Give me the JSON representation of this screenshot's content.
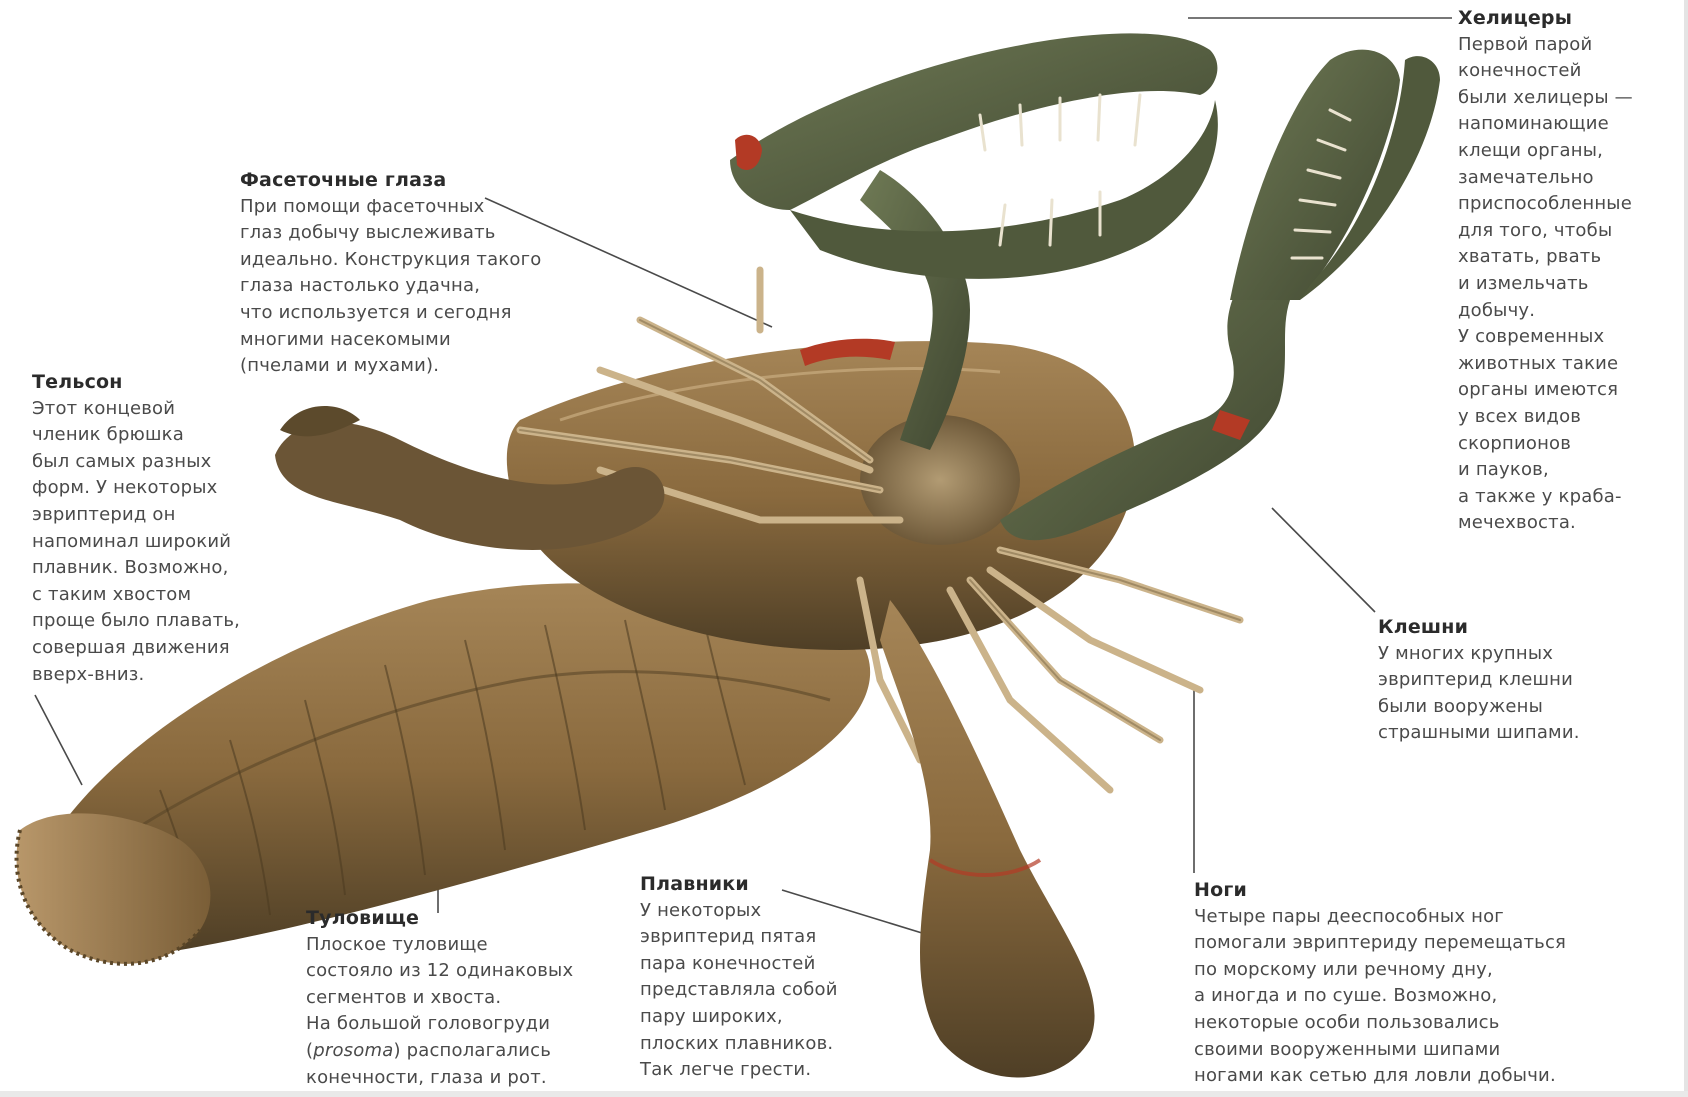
{
  "callouts": {
    "chelicerae": {
      "title": "Хелицеры",
      "lines": [
        "Первой парой",
        "конечностей",
        "были хелицеры —",
        "напоминающие",
        "клещи органы,",
        "замечательно",
        "приспособленные",
        "для того, чтобы",
        "хватать, рвать",
        "и измельчать",
        "добычу.",
        "У современных",
        "животных такие",
        "органы имеются",
        "у всех видов",
        "скорпионов",
        "и пауков,",
        "а также у краба-",
        "мечехвоста."
      ]
    },
    "eyes": {
      "title": "Фасеточные глаза",
      "lines": [
        "При помощи фасеточных",
        "глаз добычу выслеживать",
        "идеально. Конструкция такого",
        "глаза настолько удачна,",
        "что используется и сегодня",
        "многими насекомыми",
        "(пчелами и мухами)."
      ]
    },
    "telson": {
      "title": "Тельсон",
      "lines": [
        "Этот концевой",
        "членик брюшка",
        "был самых разных",
        "форм. У некоторых",
        "эвриптерид он",
        "напоминал широкий",
        "плавник. Возможно,",
        "с таким хвостом",
        "проще было плавать,",
        "совершая движения",
        "вверх-вниз."
      ]
    },
    "claws": {
      "title": "Клешни",
      "lines": [
        "У многих крупных",
        "эвриптерид клешни",
        "были вооружены",
        "страшными шипами."
      ]
    },
    "body": {
      "title": "Туловище",
      "lines": [
        "Плоское туловище",
        "состояло из 12 одинаковых",
        "сегментов и хвоста.",
        "На большой головогруди"
      ],
      "prosoma_open": "(",
      "prosoma_term": "prosoma",
      "prosoma_rest": ") располагались",
      "last_line": "конечности, глаза и рот."
    },
    "fins": {
      "title": "Плавники",
      "lines": [
        "У некоторых",
        "эвриптерид пятая",
        "пара конечностей",
        "представляла собой",
        "пару широких,",
        "плоских плавников.",
        "Так легче грести."
      ]
    },
    "legs": {
      "title": "Ноги",
      "lines": [
        "Четыре пары дееспособных ног",
        "помогали эвриптериду перемещаться",
        "по морскому или речному дну,",
        "а иногда и по суше. Возможно,",
        "некоторые особи пользовались",
        "своими вооруженными шипами",
        "ногами как сетью для ловли добычи."
      ]
    }
  },
  "colors": {
    "body_main": "#8a6a3e",
    "body_dark": "#5c4a2c",
    "claw_green": "#5f6a47",
    "accent_red": "#b33a25",
    "leg": "#cbb38a",
    "text": "#4a4a4a"
  }
}
